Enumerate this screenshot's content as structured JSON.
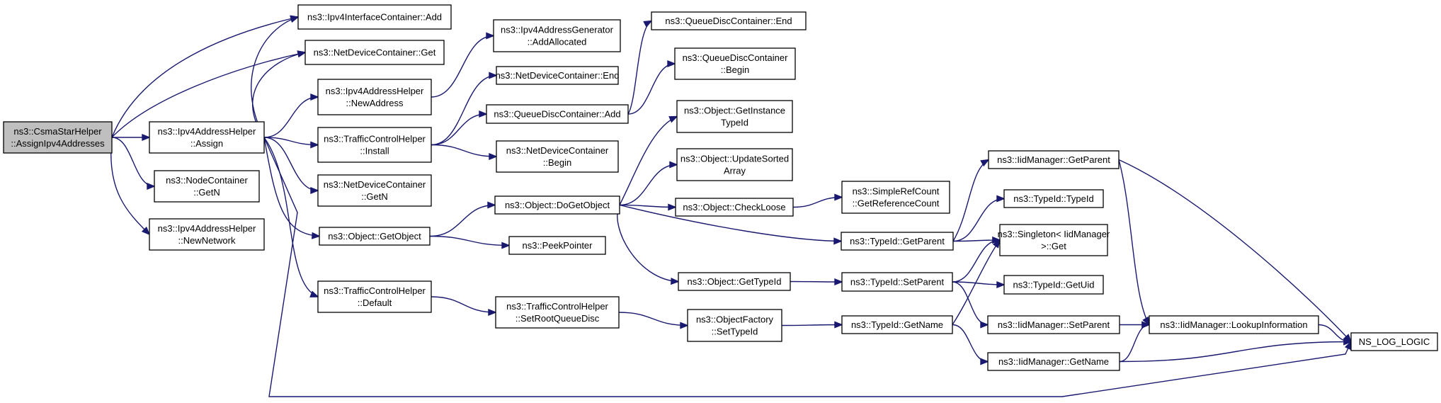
{
  "graph": {
    "title": "",
    "nodes": [
      {
        "id": "root",
        "lines": [
          "ns3::CsmaStarHelper",
          "::AssignIpv4Addresses"
        ]
      },
      {
        "id": "ipv4ic_add",
        "lines": [
          "ns3::Ipv4InterfaceContainer::Add"
        ]
      },
      {
        "id": "ndc_get",
        "lines": [
          "ns3::NetDeviceContainer::Get"
        ]
      },
      {
        "id": "ah_newaddr",
        "lines": [
          "ns3::Ipv4AddressHelper",
          "::NewAddress"
        ]
      },
      {
        "id": "ah_assign",
        "lines": [
          "ns3::Ipv4AddressHelper",
          "::Assign"
        ]
      },
      {
        "id": "nc_getn",
        "lines": [
          "ns3::NodeContainer",
          "::GetN"
        ]
      },
      {
        "id": "ah_newnet",
        "lines": [
          "ns3::Ipv4AddressHelper",
          "::NewNetwork"
        ]
      },
      {
        "id": "gen_addalloc",
        "lines": [
          "ns3::Ipv4AddressGenerator",
          "::AddAllocated"
        ]
      },
      {
        "id": "tch_install",
        "lines": [
          "ns3::TrafficControlHelper",
          "::Install"
        ]
      },
      {
        "id": "ndc_getn",
        "lines": [
          "ns3::NetDeviceContainer",
          "::GetN"
        ]
      },
      {
        "id": "obj_getobject",
        "lines": [
          "ns3::Object::GetObject"
        ]
      },
      {
        "id": "tch_default",
        "lines": [
          "ns3::TrafficControlHelper",
          "::Default"
        ]
      },
      {
        "id": "ndc_end",
        "lines": [
          "ns3::NetDeviceContainer::End"
        ]
      },
      {
        "id": "qdc_add",
        "lines": [
          "ns3::QueueDiscContainer::Add"
        ]
      },
      {
        "id": "ndc_begin",
        "lines": [
          "ns3::NetDeviceContainer",
          "::Begin"
        ]
      },
      {
        "id": "obj_dogetobject",
        "lines": [
          "ns3::Object::DoGetObject"
        ]
      },
      {
        "id": "peekpointer",
        "lines": [
          "ns3::PeekPointer"
        ]
      },
      {
        "id": "tch_setroot",
        "lines": [
          "ns3::TrafficControlHelper",
          "::SetRootQueueDisc"
        ]
      },
      {
        "id": "qdc_end",
        "lines": [
          "ns3::QueueDiscContainer::End"
        ]
      },
      {
        "id": "qdc_begin",
        "lines": [
          "ns3::QueueDiscContainer",
          "::Begin"
        ]
      },
      {
        "id": "obj_getinst",
        "lines": [
          "ns3::Object::GetInstance",
          "TypeId"
        ]
      },
      {
        "id": "obj_updsorted",
        "lines": [
          "ns3::Object::UpdateSorted",
          "Array"
        ]
      },
      {
        "id": "obj_checkloose",
        "lines": [
          "ns3::Object::CheckLoose"
        ]
      },
      {
        "id": "obj_gettypeid",
        "lines": [
          "ns3::Object::GetTypeId"
        ]
      },
      {
        "id": "of_settypeid",
        "lines": [
          "ns3::ObjectFactory",
          "::SetTypeId"
        ]
      },
      {
        "id": "src_getref",
        "lines": [
          "ns3::SimpleRefCount",
          "::GetReferenceCount"
        ]
      },
      {
        "id": "tid_getparent",
        "lines": [
          "ns3::TypeId::GetParent"
        ]
      },
      {
        "id": "tid_setparent",
        "lines": [
          "ns3::TypeId::SetParent"
        ]
      },
      {
        "id": "tid_getname",
        "lines": [
          "ns3::TypeId::GetName"
        ]
      },
      {
        "id": "iid_getparent",
        "lines": [
          "ns3::IidManager::GetParent"
        ]
      },
      {
        "id": "tid_typeid",
        "lines": [
          "ns3::TypeId::TypeId"
        ]
      },
      {
        "id": "singleton_get",
        "lines": [
          "ns3::Singleton< IidManager",
          ">::Get"
        ]
      },
      {
        "id": "tid_getuid",
        "lines": [
          "ns3::TypeId::GetUid"
        ]
      },
      {
        "id": "iid_setparent",
        "lines": [
          "ns3::IidManager::SetParent"
        ]
      },
      {
        "id": "iid_getname",
        "lines": [
          "ns3::IidManager::GetName"
        ]
      },
      {
        "id": "iid_lookup",
        "lines": [
          "ns3::IidManager::LookupInformation"
        ]
      },
      {
        "id": "ns_log_logic",
        "lines": [
          "NS_LOG_LOGIC"
        ]
      }
    ],
    "edges": [
      [
        "root",
        "ipv4ic_add"
      ],
      [
        "root",
        "ndc_get"
      ],
      [
        "root",
        "ah_assign"
      ],
      [
        "root",
        "nc_getn"
      ],
      [
        "root",
        "ah_newnet"
      ],
      [
        "ah_assign",
        "ipv4ic_add"
      ],
      [
        "ah_assign",
        "ndc_get"
      ],
      [
        "ah_assign",
        "ah_newaddr"
      ],
      [
        "ah_assign",
        "tch_install"
      ],
      [
        "ah_assign",
        "ndc_getn"
      ],
      [
        "ah_assign",
        "obj_getobject"
      ],
      [
        "ah_assign",
        "tch_default"
      ],
      [
        "ah_assign",
        "ns_log_logic"
      ],
      [
        "ah_newaddr",
        "gen_addalloc"
      ],
      [
        "tch_install",
        "ndc_end"
      ],
      [
        "tch_install",
        "qdc_add"
      ],
      [
        "tch_install",
        "ndc_begin"
      ],
      [
        "qdc_add",
        "qdc_end"
      ],
      [
        "qdc_add",
        "qdc_begin"
      ],
      [
        "obj_getobject",
        "obj_dogetobject"
      ],
      [
        "obj_getobject",
        "peekpointer"
      ],
      [
        "obj_dogetobject",
        "obj_getinst"
      ],
      [
        "obj_dogetobject",
        "obj_updsorted"
      ],
      [
        "obj_dogetobject",
        "obj_checkloose"
      ],
      [
        "obj_dogetobject",
        "obj_gettypeid"
      ],
      [
        "obj_dogetobject",
        "tid_getparent"
      ],
      [
        "obj_checkloose",
        "src_getref"
      ],
      [
        "tch_default",
        "tch_setroot"
      ],
      [
        "tch_setroot",
        "of_settypeid"
      ],
      [
        "of_settypeid",
        "tid_getname"
      ],
      [
        "obj_gettypeid",
        "tid_setparent"
      ],
      [
        "tid_getparent",
        "iid_getparent"
      ],
      [
        "tid_getparent",
        "tid_typeid"
      ],
      [
        "tid_getparent",
        "singleton_get"
      ],
      [
        "tid_setparent",
        "singleton_get"
      ],
      [
        "tid_setparent",
        "tid_getuid"
      ],
      [
        "tid_setparent",
        "iid_setparent"
      ],
      [
        "tid_getname",
        "singleton_get"
      ],
      [
        "tid_getname",
        "iid_getname"
      ],
      [
        "iid_getparent",
        "iid_lookup"
      ],
      [
        "iid_getparent",
        "ns_log_logic"
      ],
      [
        "iid_setparent",
        "iid_lookup"
      ],
      [
        "iid_getname",
        "iid_lookup"
      ],
      [
        "iid_getname",
        "ns_log_logic"
      ],
      [
        "iid_lookup",
        "ns_log_logic"
      ]
    ]
  }
}
